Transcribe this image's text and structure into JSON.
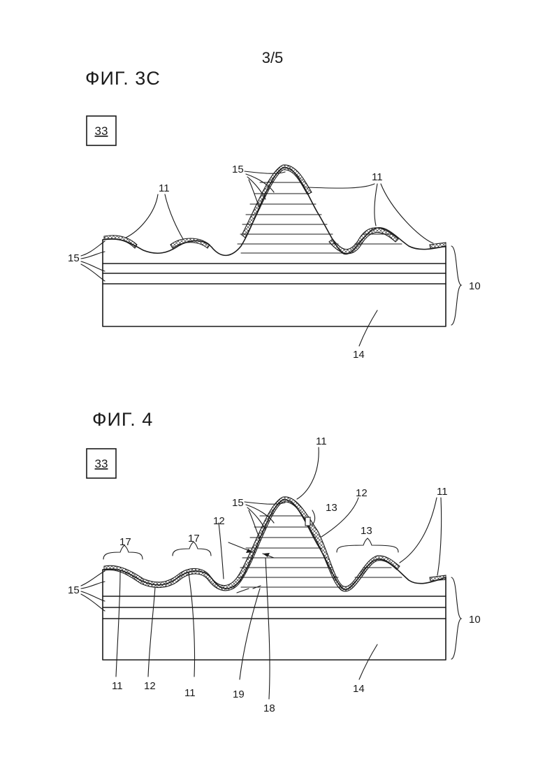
{
  "page_number": "3/5",
  "figures": [
    {
      "title": "ФИГ. 3С",
      "box_label": "33",
      "labels": {
        "l11a": "11",
        "l11b": "11",
        "l15a": "15",
        "l15b": "15",
        "l10": "10",
        "l14": "14"
      }
    },
    {
      "title": "ФИГ. 4",
      "box_label": "33",
      "labels": {
        "l11top": "11",
        "l11right": "11",
        "l12r": "12",
        "l13a": "13",
        "l13b": "13",
        "l15a": "15",
        "l15b": "15",
        "l17a": "17",
        "l17b": "17",
        "l12m": "12",
        "l10": "10",
        "l14": "14",
        "l11bl": "11",
        "l12bl": "12",
        "l11bm": "11",
        "l19": "19",
        "l18": "18"
      }
    }
  ]
}
